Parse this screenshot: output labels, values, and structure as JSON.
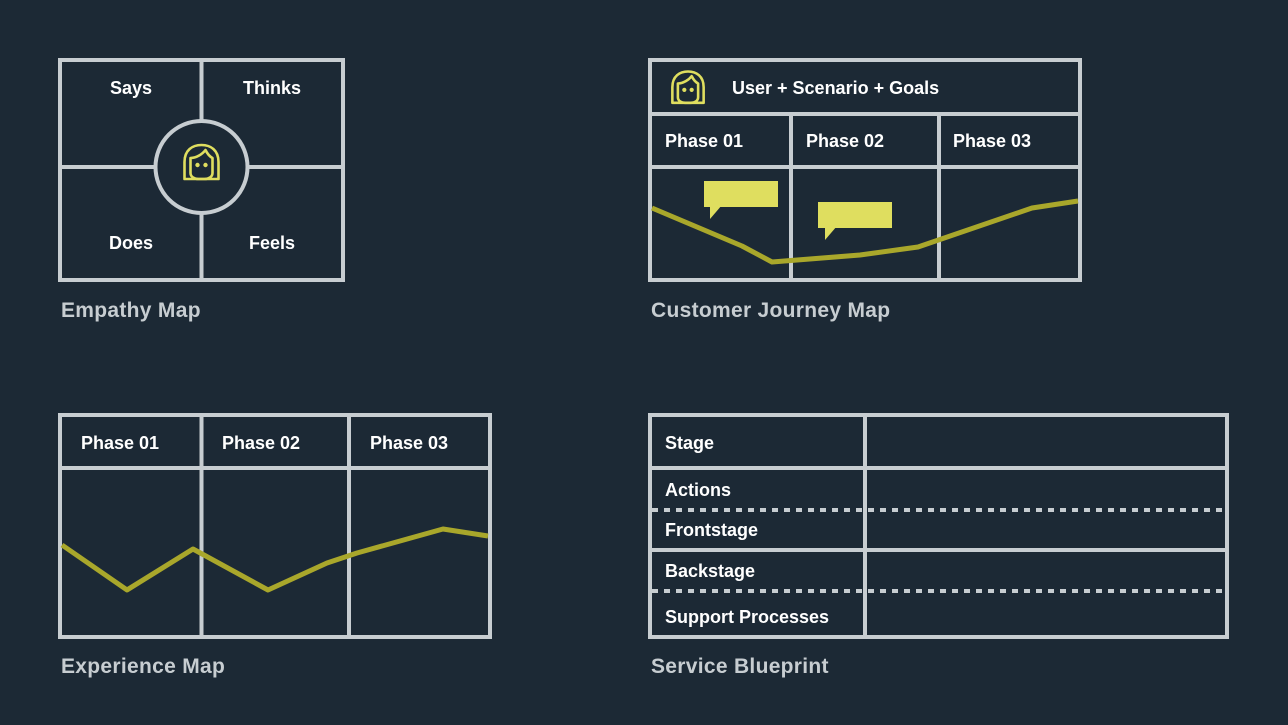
{
  "colors": {
    "background": "#1c2935",
    "grid_line": "#c7cdd1",
    "accent_line": "#a9a72b",
    "accent_fill": "#dfde5f",
    "text": "#ffffff"
  },
  "empathy_map": {
    "caption": "Empathy Map",
    "quadrants": [
      "Says",
      "Thinks",
      "Does",
      "Feels"
    ],
    "center_icon": "person-face-icon"
  },
  "journey_map": {
    "caption": "Customer Journey Map",
    "header": "User + Scenario + Goals",
    "header_icon": "person-face-icon",
    "phases": [
      "Phase 01",
      "Phase 02",
      "Phase 03"
    ],
    "comment_icons": [
      "speech-bubble-icon",
      "speech-bubble-icon"
    ]
  },
  "experience_map": {
    "caption": "Experience Map",
    "phases": [
      "Phase 01",
      "Phase 02",
      "Phase 03"
    ]
  },
  "service_blueprint": {
    "caption": "Service Blueprint",
    "rows": [
      "Stage",
      "Actions",
      "Frontstage",
      "Backstage",
      "Support Processes"
    ]
  }
}
